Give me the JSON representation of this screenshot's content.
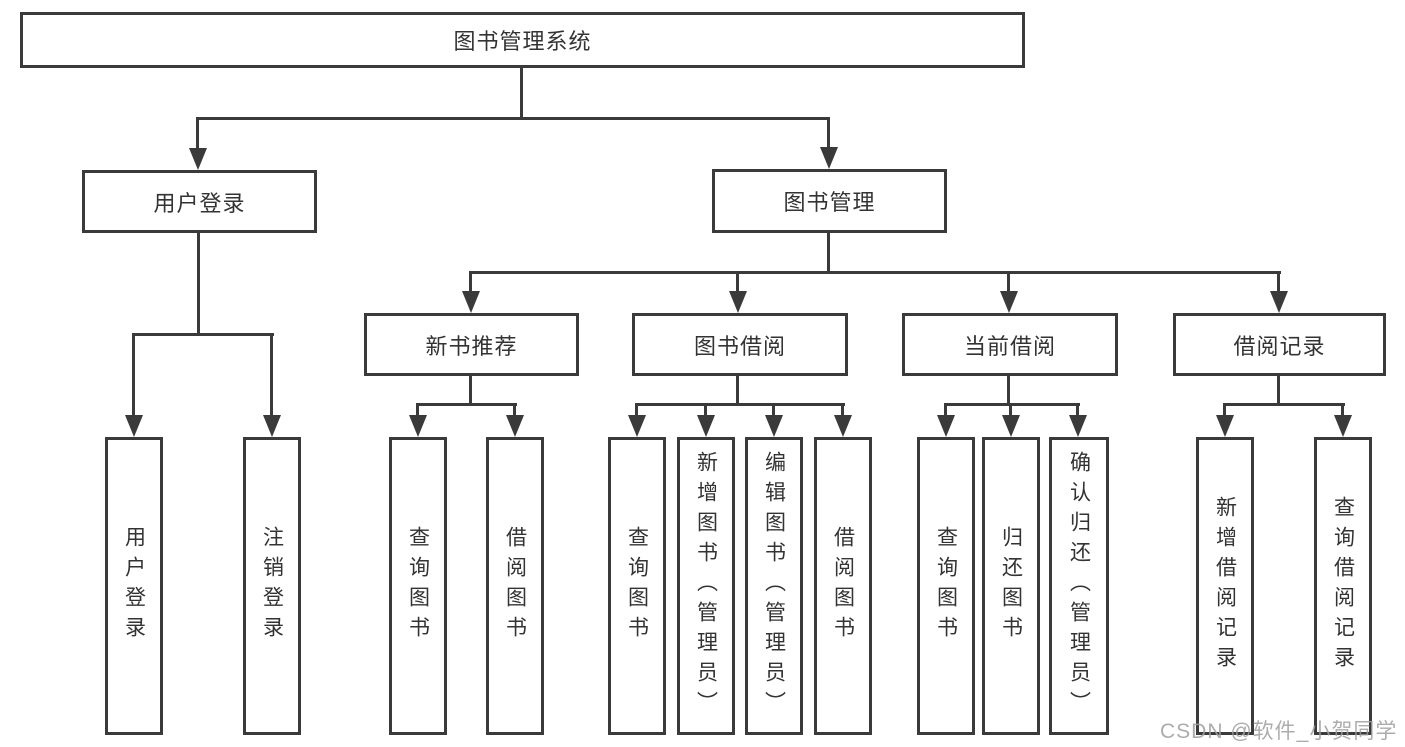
{
  "tree": {
    "root": {
      "label": "图书管理系统",
      "children": [
        {
          "label": "用户登录",
          "children": [
            {
              "label": "用户登录"
            },
            {
              "label": "注销登录"
            }
          ]
        },
        {
          "label": "图书管理",
          "children": [
            {
              "label": "新书推荐",
              "children": [
                {
                  "label": "查询图书"
                },
                {
                  "label": "借阅图书"
                }
              ]
            },
            {
              "label": "图书借阅",
              "children": [
                {
                  "label": "查询图书"
                },
                {
                  "label": "新增图书（管理员）"
                },
                {
                  "label": "编辑图书（管理员）"
                },
                {
                  "label": "借阅图书"
                }
              ]
            },
            {
              "label": "当前借阅",
              "children": [
                {
                  "label": "查询图书"
                },
                {
                  "label": "归还图书"
                },
                {
                  "label": "确认归还（管理员）"
                }
              ]
            },
            {
              "label": "借阅记录",
              "children": [
                {
                  "label": "新增借阅记录"
                },
                {
                  "label": "查询借阅记录"
                }
              ]
            }
          ]
        }
      ]
    }
  },
  "watermark": {
    "text": "CSDN @软件_小贺同学",
    "color": "#9e9e9e"
  },
  "colors": {
    "line": "#3a3a3a",
    "text": "#333333",
    "background": "#ffffff"
  }
}
